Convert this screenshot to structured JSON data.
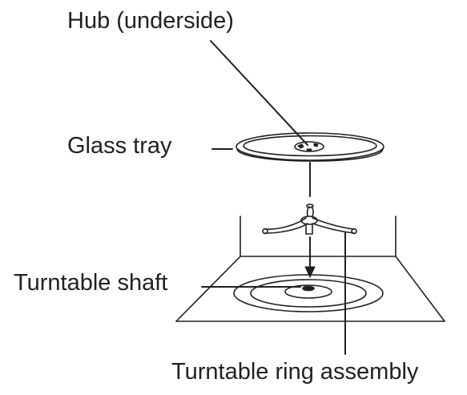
{
  "labels": {
    "hub": "Hub (underside)",
    "glass_tray": "Glass tray",
    "turntable_shaft": "Turntable shaft",
    "turntable_ring": "Turntable ring assembly"
  },
  "colors": {
    "ink": "#231f20",
    "background": "#ffffff"
  }
}
